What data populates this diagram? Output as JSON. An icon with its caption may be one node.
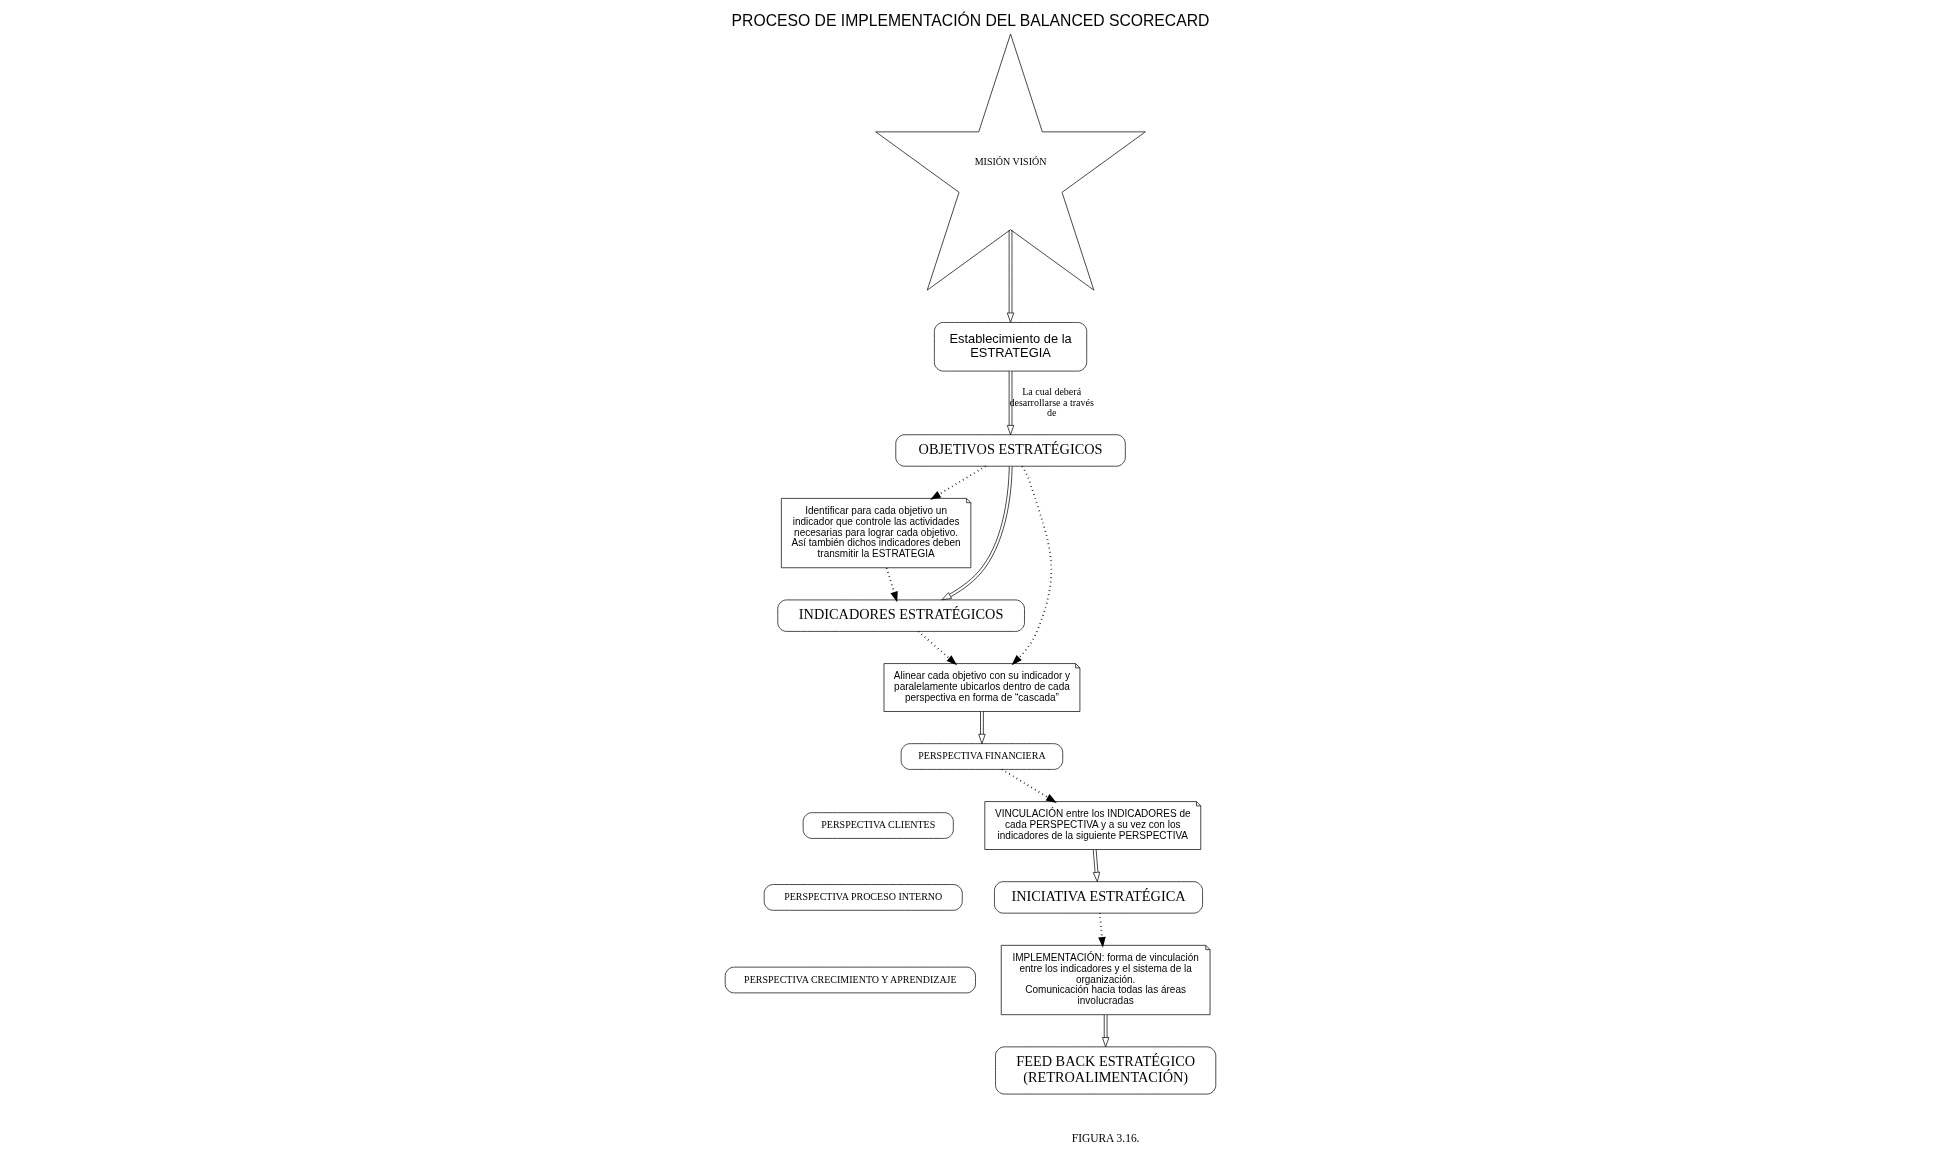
{
  "diagram": {
    "title": "PROCESO DE IMPLEMENTACIÓN DEL BALANCED SCORECARD",
    "nodes": [
      {
        "text": [
          "MISIÓN VISIÓN"
        ]
      },
      {
        "text": [
          "Establecimiento de la ESTRATEGIA"
        ]
      },
      {
        "text": [
          "Identificar para cada objetivo un indicador que controle las actividades necesarias para lograr cada objetivo. Así también dichos indicadores deben transmitir la ESTRATEGIA"
        ]
      },
      {
        "text": [
          "OBJETIVOS ESTRATÉGICOS"
        ]
      },
      {
        "text": [
          "INDICADORES ESTRATÉGICOS"
        ]
      },
      {
        "text": [
          "Alinear cada objetivo con su indicador y paralelamente ubicarlos dentro de cada perspectiva en forma de “cascada”"
        ]
      },
      {
        "text": [
          "PERSPECTIVA FINANCIERA"
        ]
      },
      {
        "text": [
          "PERSPECTIVA CLIENTES"
        ]
      },
      {
        "text": [
          "PERSPECTIVA PROCESO INTERNO"
        ]
      },
      {
        "text": [
          "PERSPECTIVA CRECIMIENTO Y APRENDIZAJE"
        ]
      },
      {
        "text": [
          "VINCULACIÓN entre los INDICADORES de cada PERSPECTIVA y a su vez con los indicadores de la siguiente PERSPECTIVA"
        ]
      },
      {
        "text": [
          "INICIATIVA ESTRATÉGICA"
        ]
      },
      {
        "text": [
          "IMPLEMENTACIÓN: forma de vinculación entre los indicadores y el sistema de la organización.",
          "Comunicación hacia todas las áreas involucradas"
        ]
      },
      {
        "text": [
          "FEED BACK ESTRATÉGICO (RETROALIMENTACIÓN)"
        ]
      }
    ],
    "edges": [
      {
        "from": 0,
        "to": 1,
        "arrow": "to"
      },
      {
        "from": 1,
        "to": 3,
        "arrow": "to",
        "label": "La cual deberá desarrollarse a través de"
      },
      {
        "from": 3,
        "to": 2,
        "arrow": "to",
        "style": "dashed"
      },
      {
        "from": 2,
        "to": 4,
        "arrow": "to",
        "style": "dashed"
      },
      {
        "from": 3,
        "to": 4,
        "arrow": "to"
      },
      {
        "from": 3,
        "to": 5,
        "arrow": "to",
        "style": "dashed"
      },
      {
        "from": 4,
        "to": 5,
        "arrow": "to",
        "style": "dashed"
      },
      {
        "from": 5,
        "to": 6,
        "arrow": "to"
      },
      {
        "from": 6,
        "to": 10,
        "arrow": "to",
        "style": "dashed"
      },
      {
        "from": 10,
        "to": 11,
        "arrow": "to"
      },
      {
        "from": 11,
        "to": 12,
        "arrow": "to",
        "style": "dashed"
      },
      {
        "from": 12,
        "to": 13,
        "arrow": "to"
      }
    ],
    "labels": [
      "FIGURA 3.16."
    ]
  }
}
